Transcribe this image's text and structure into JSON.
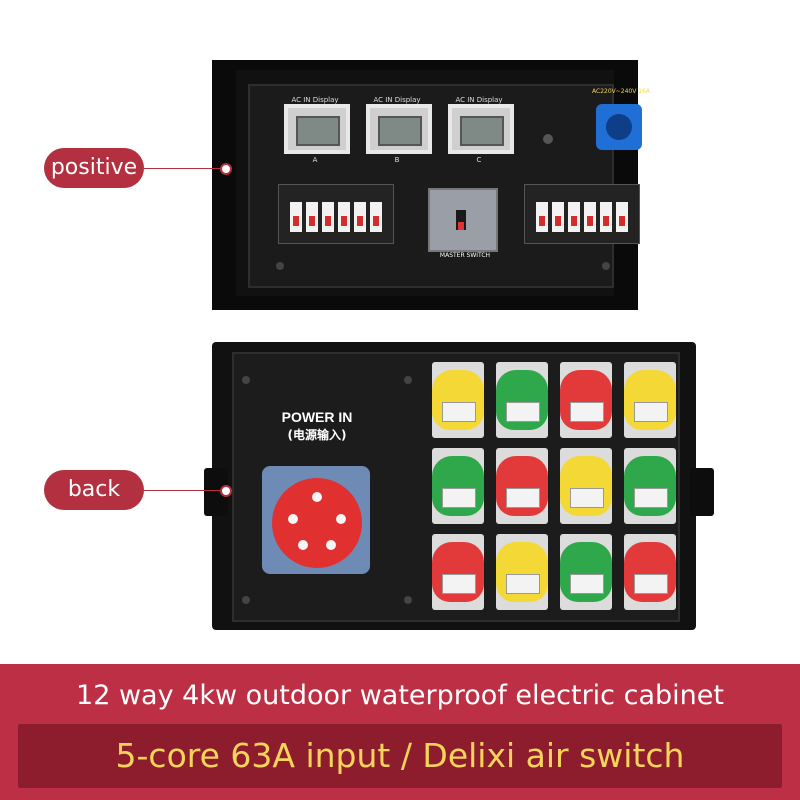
{
  "callouts": {
    "positive": "positive",
    "back": "back"
  },
  "front_panel": {
    "meter_titles": [
      "AC IN Display",
      "AC IN Display",
      "AC IN Display"
    ],
    "meter_phases": [
      "A",
      "B",
      "C"
    ],
    "socket_rating": "AC220V~240V 16A",
    "master_switch_label": "MASTER SWITCH"
  },
  "rear_panel": {
    "power_in": "POWER IN",
    "power_in_cn": "(电源输入)",
    "outlet_colors": [
      "#f4d835",
      "#2ea84a",
      "#e23a3a",
      "#f4d835",
      "#2ea84a",
      "#e23a3a",
      "#f4d835",
      "#2ea84a",
      "#e23a3a",
      "#f4d835",
      "#2ea84a",
      "#e23a3a"
    ]
  },
  "banner": {
    "line1": "12 way 4kw outdoor waterproof electric cabinet",
    "line2": "5-core 63A input / Delixi air switch"
  },
  "colors": {
    "accent": "#bd2f45",
    "accent_dark": "#8d1d2d",
    "highlight_text": "#f6d45b"
  }
}
